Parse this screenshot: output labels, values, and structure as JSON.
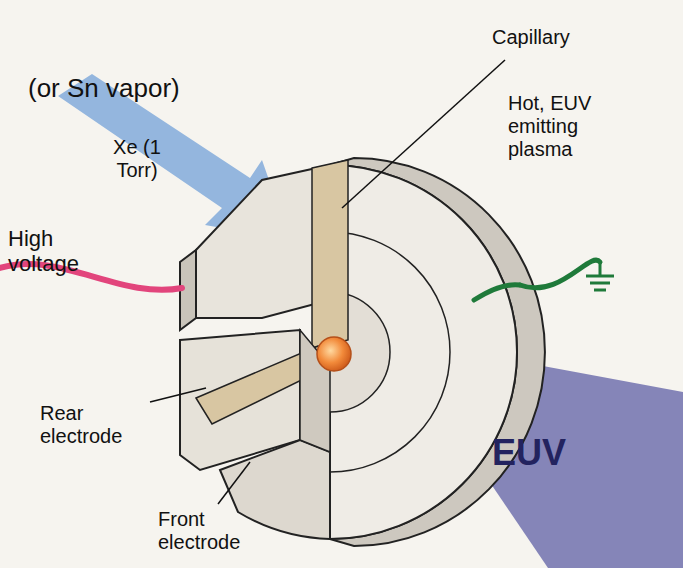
{
  "diagram": {
    "labels": [
      "Capillary",
      "(or Sn vapor)",
      "Xe (1 Torr)",
      "Hot, EUV emitting plasma",
      "High voltage",
      "Rear electrode",
      "Front electrode",
      "EUV"
    ]
  }
}
